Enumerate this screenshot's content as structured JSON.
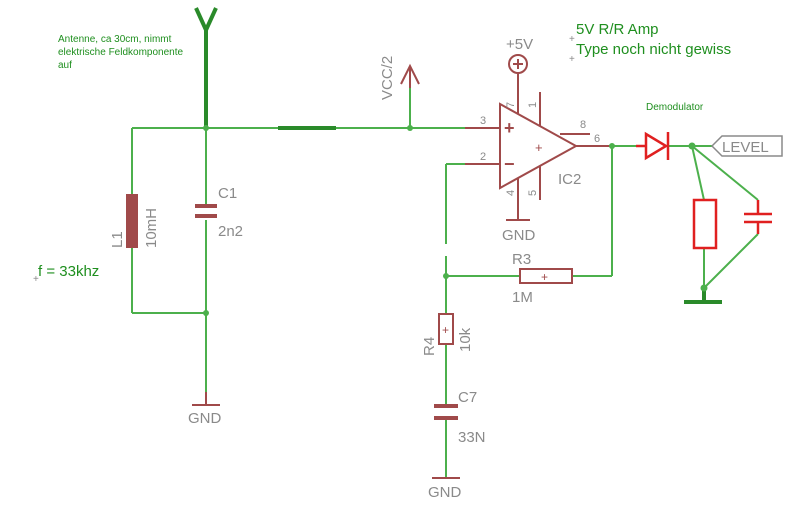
{
  "notes": {
    "antenna_line1": "Antenne, ca 30cm, nimmt",
    "antenna_line2": "elektrische Feldkomponente",
    "antenna_line3": "auf",
    "amp_line1": "5V R/R Amp",
    "amp_line2": "Type noch nicht gewiss",
    "frequency": "f = 33khz",
    "demodulator": "Demodulator"
  },
  "labels": {
    "vcc_half": "VCC/2",
    "plus5v": "+5V",
    "gnd": "GND",
    "level": "LEVEL",
    "ic2": "IC2",
    "opamp_plus": "+",
    "opamp_minus": "−",
    "opamp_out_mark": "+"
  },
  "pins": {
    "p3": "3",
    "p2": "2",
    "p6": "6",
    "p7": "7",
    "p1": "1",
    "p8": "8",
    "p4": "4",
    "p5": "5"
  },
  "components": {
    "l1_name": "L1",
    "l1_value": "10mH",
    "c1_name": "C1",
    "c1_value": "2n2",
    "r3_name": "R3",
    "r3_value": "1M",
    "r4_name": "R4",
    "r4_value": "10k",
    "c7_name": "C7",
    "c7_value": "33N",
    "res_plus": "+"
  },
  "colors": {
    "wire": "#4cb04c",
    "component": "#a04a4a",
    "annotation": "#1f8f1f",
    "label": "#8a8a8a",
    "demod_parts": "#e02020"
  }
}
